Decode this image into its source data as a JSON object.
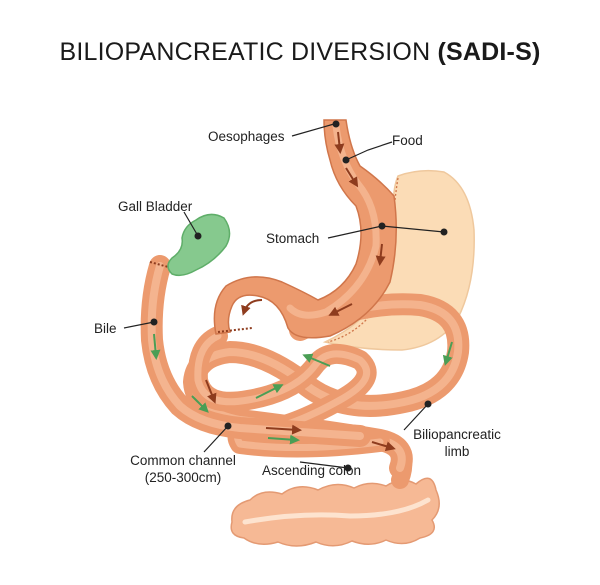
{
  "title": {
    "main": "BILIOPANCREATIC DIVERSION",
    "highlight": "(SADI-S)"
  },
  "labels": {
    "oesophages": "Oesophages",
    "food": "Food",
    "gall_bladder": "Gall Bladder",
    "stomach": "Stomach",
    "bile": "Bile",
    "biliopancreatic_limb_line1": "Biliopancreatic",
    "biliopancreatic_limb_line2": "limb",
    "common_channel_line1": "Common channel",
    "common_channel_line2": "(250-300cm)",
    "ascending_colon": "Ascending colon"
  },
  "colors": {
    "intestine": "#ec9a6e",
    "intestine_light": "#f6b995",
    "intestine_dark": "#d0764b",
    "removed_stomach": "#fbdcb6",
    "gall_bladder": "#86c98e",
    "food_arrow": "#8e3c1e",
    "bile_arrow": "#4a9e55"
  }
}
